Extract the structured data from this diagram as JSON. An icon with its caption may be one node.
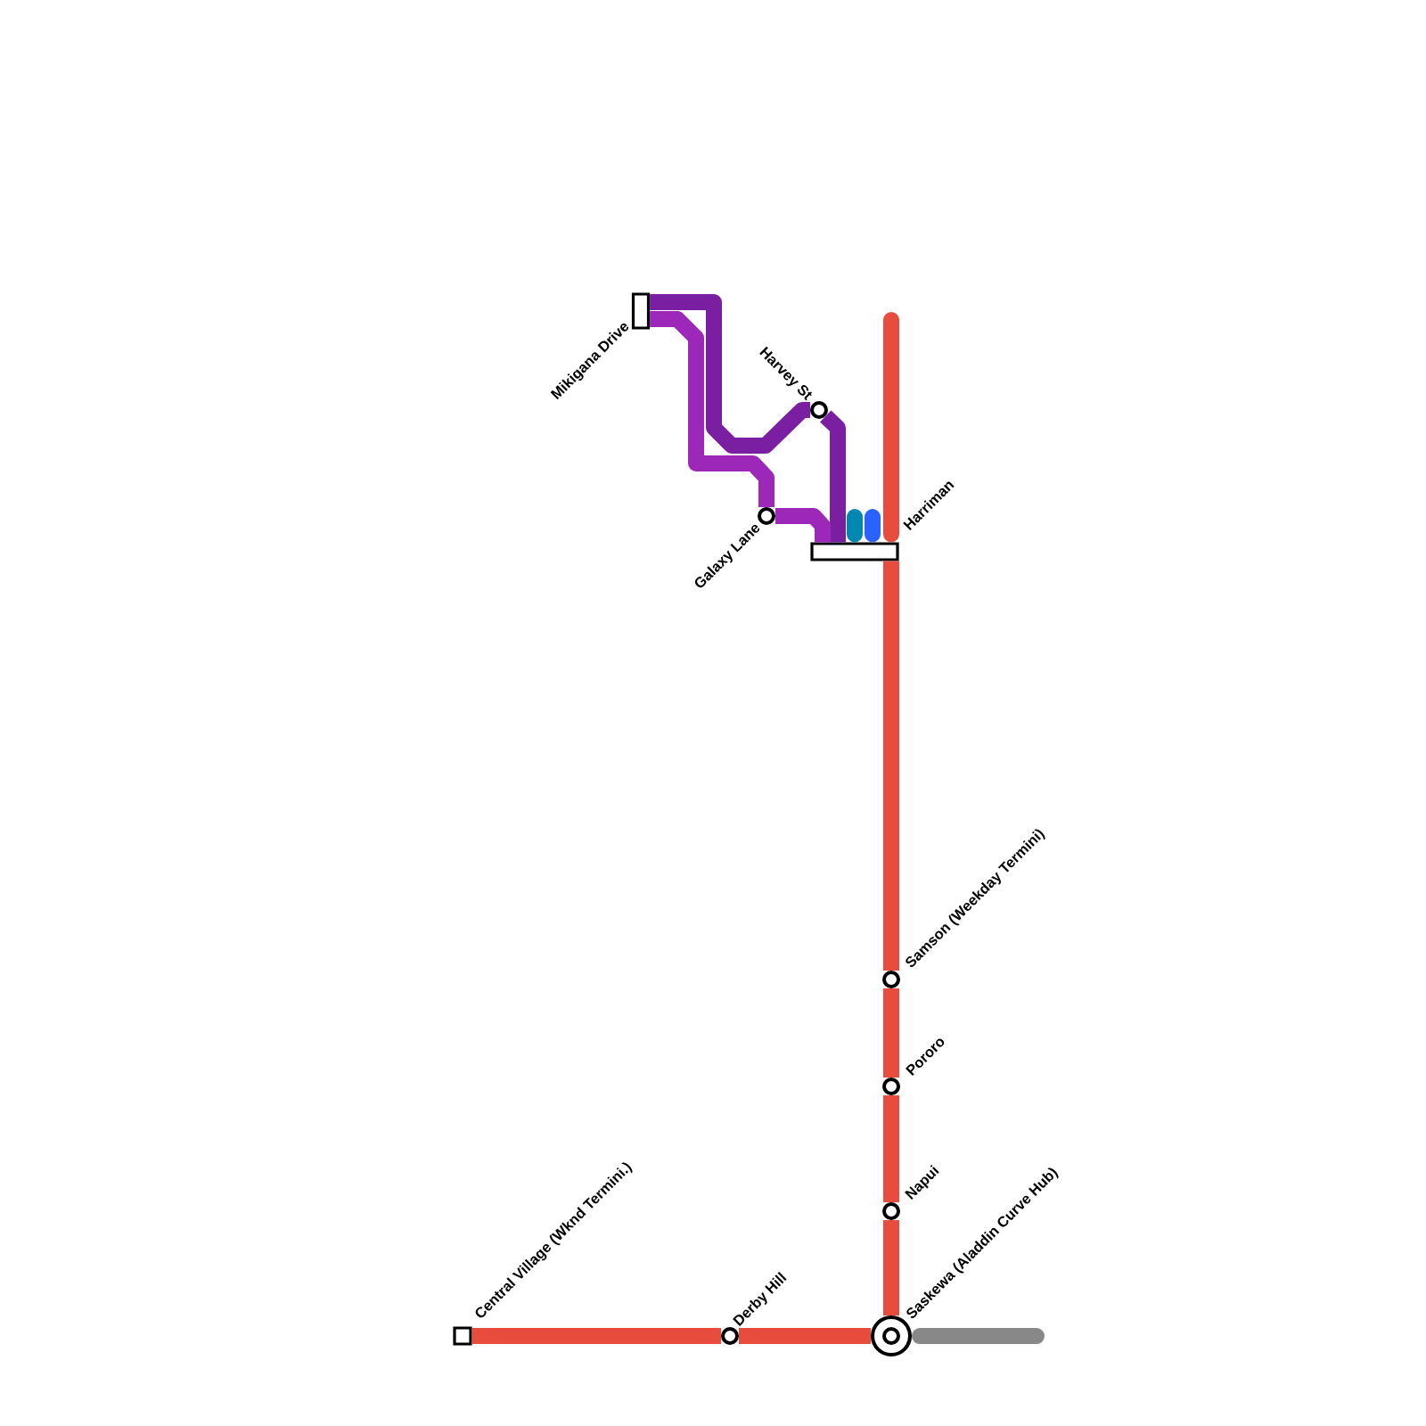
{
  "diagram": {
    "nodes": [
      {
        "text": [
          "Mikigana Drive"
        ]
      },
      {
        "text": [
          "Harvey St"
        ]
      },
      {
        "text": [
          "Galaxy Lane"
        ]
      },
      {
        "text": [
          "Harriman"
        ]
      },
      {
        "text": [
          "Samson (Weekday Termini)"
        ]
      },
      {
        "text": [
          "Pororo"
        ]
      },
      {
        "text": [
          "Napui"
        ]
      },
      {
        "text": [
          "Central Village (Wknd Termini.)"
        ]
      },
      {
        "text": [
          "Derby Hill"
        ]
      },
      {
        "text": [
          "Saskewa (Aladdin Curve Hub)"
        ]
      }
    ],
    "edges": [
      {
        "from": 0,
        "to": 1,
        "arrow": "none",
        "color": "#7b1fa2"
      },
      {
        "from": 1,
        "to": 3,
        "arrow": "none",
        "color": "#7b1fa2"
      },
      {
        "from": 0,
        "to": 2,
        "arrow": "none",
        "color": "#9c27b8"
      },
      {
        "from": 2,
        "to": 3,
        "arrow": "none",
        "color": "#9c27b8"
      },
      {
        "from": 3,
        "to": null,
        "arrow": "none",
        "color": "#0288b0"
      },
      {
        "from": 3,
        "to": null,
        "arrow": "none",
        "color": "#2962ff"
      },
      {
        "from": null,
        "to": 3,
        "arrow": "none"
      },
      {
        "from": 3,
        "to": 4,
        "arrow": "none"
      },
      {
        "from": 4,
        "to": 5,
        "arrow": "none"
      },
      {
        "from": 5,
        "to": 6,
        "arrow": "none"
      },
      {
        "from": 6,
        "to": 9,
        "arrow": "none"
      },
      {
        "from": 9,
        "to": 8,
        "arrow": "none"
      },
      {
        "from": 8,
        "to": 7,
        "arrow": "none"
      },
      {
        "from": 9,
        "to": null,
        "arrow": "none",
        "color": "#888888"
      }
    ]
  }
}
